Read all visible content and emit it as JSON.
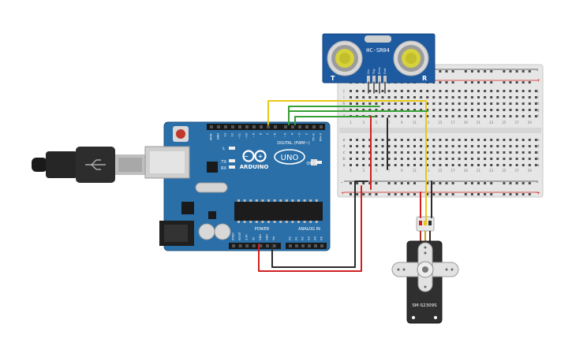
{
  "sensor": {
    "label": "HC-SR04",
    "pin_labels": [
      "Vcc",
      "Trig",
      "Echo",
      "Gnd"
    ],
    "corner_left": "T",
    "corner_right": "R"
  },
  "arduino": {
    "brand": "ARDUINO",
    "model": "UNO",
    "digital_label": "DIGITAL (PWM~)",
    "power_label": "POWER",
    "analog_label": "ANALOG IN",
    "top_pins": [
      "AREF",
      "GND",
      "13",
      "12",
      "~11",
      "~10",
      "~9",
      "8",
      "7",
      "~6",
      "~5",
      "4",
      "~3",
      "2",
      "TX→1",
      "RX←0"
    ],
    "power_pins": [
      "IOREF",
      "RESET",
      "3.3V",
      "5V",
      "GND",
      "GND",
      "Vin"
    ],
    "analog_pins": [
      "A0",
      "A1",
      "A2",
      "A3",
      "A4",
      "A5"
    ],
    "led_labels": [
      "L",
      "TX",
      "RX"
    ],
    "on_label": "ON"
  },
  "breadboard": {
    "row_letters_top": [
      "j",
      "i",
      "h",
      "g",
      "f"
    ],
    "row_letters_bottom": [
      "e",
      "d",
      "c",
      "b",
      "a"
    ],
    "column_numbers": [
      "1",
      "3",
      "5",
      "7",
      "9",
      "11",
      "13",
      "15",
      "17",
      "19",
      "21",
      "23",
      "25",
      "27",
      "29"
    ],
    "plus": "+",
    "minus": "-"
  },
  "servo": {
    "label": "SM-S2309S"
  },
  "colors": {
    "board_blue": "#2a6fa8",
    "sensor_blue": "#1e5aa0",
    "wire_red": "#d02020",
    "wire_black": "#2b2b2b",
    "wire_yellow": "#e8c81a",
    "wire_green": "#35a035",
    "breadboard_bg": "#e6e6e6"
  }
}
